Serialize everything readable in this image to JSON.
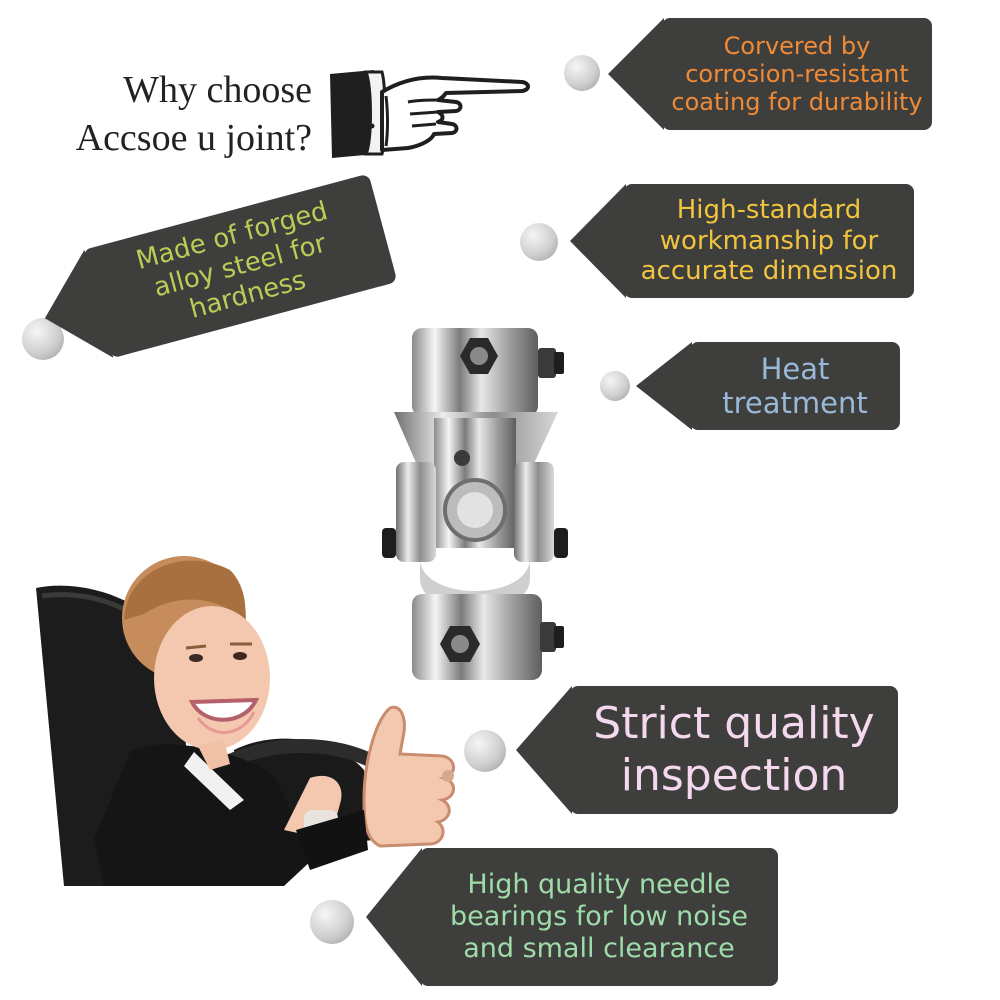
{
  "headline": {
    "line1": "Why choose",
    "line2": "Accsoe u joint?"
  },
  "features": {
    "coating": {
      "lines": [
        "Corvered by",
        "corrosion-resistant",
        "coating for durability"
      ],
      "color": "#ef8a36"
    },
    "workmanship": {
      "lines": [
        "High-standard",
        "workmanship for",
        "accurate dimension"
      ],
      "color": "#f0c43e"
    },
    "heat": {
      "lines": [
        "Heat",
        "treatment"
      ],
      "color": "#9ab8d8"
    },
    "inspection": {
      "lines": [
        "Strict quality",
        "inspection"
      ],
      "color": "#f3d8ee"
    },
    "bearings": {
      "lines": [
        "High quality needle",
        "bearings for low noise",
        "and small clearance"
      ],
      "color": "#9fdcaa"
    },
    "steel": {
      "lines": [
        "Made of forged",
        "alloy steel for",
        "hardness"
      ],
      "color": "#b9cd57"
    }
  },
  "colors": {
    "tag_background": "#3e3e3c",
    "background": "#ffffff"
  },
  "icons": {
    "pointer": "pointing-hand-icon",
    "product": "u-joint-product-image",
    "photo": "smiling-driver-thumbs-up-photo"
  }
}
